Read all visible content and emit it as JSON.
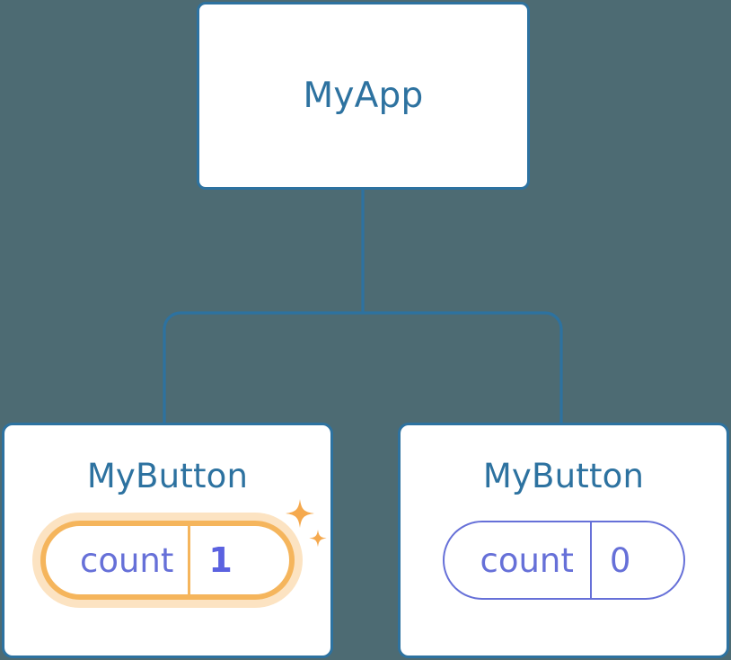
{
  "diagram": {
    "type": "component-tree",
    "background_color": "#4d6b73",
    "accent_color": "#2d72a0",
    "highlight_color": "#f5b55c",
    "state_color": "#6670d8",
    "root": {
      "title": "MyApp"
    },
    "children": [
      {
        "title": "MyButton",
        "state": {
          "key": "count",
          "value": "1"
        },
        "highlighted": true,
        "sparkle_large_icon": "sparkle-icon",
        "sparkle_small_icon": "sparkle-icon"
      },
      {
        "title": "MyButton",
        "state": {
          "key": "count",
          "value": "0"
        },
        "highlighted": false
      }
    ],
    "edges": [
      {
        "from": "MyApp",
        "to": "MyButton (left)"
      },
      {
        "from": "MyApp",
        "to": "MyButton (right)"
      }
    ]
  }
}
